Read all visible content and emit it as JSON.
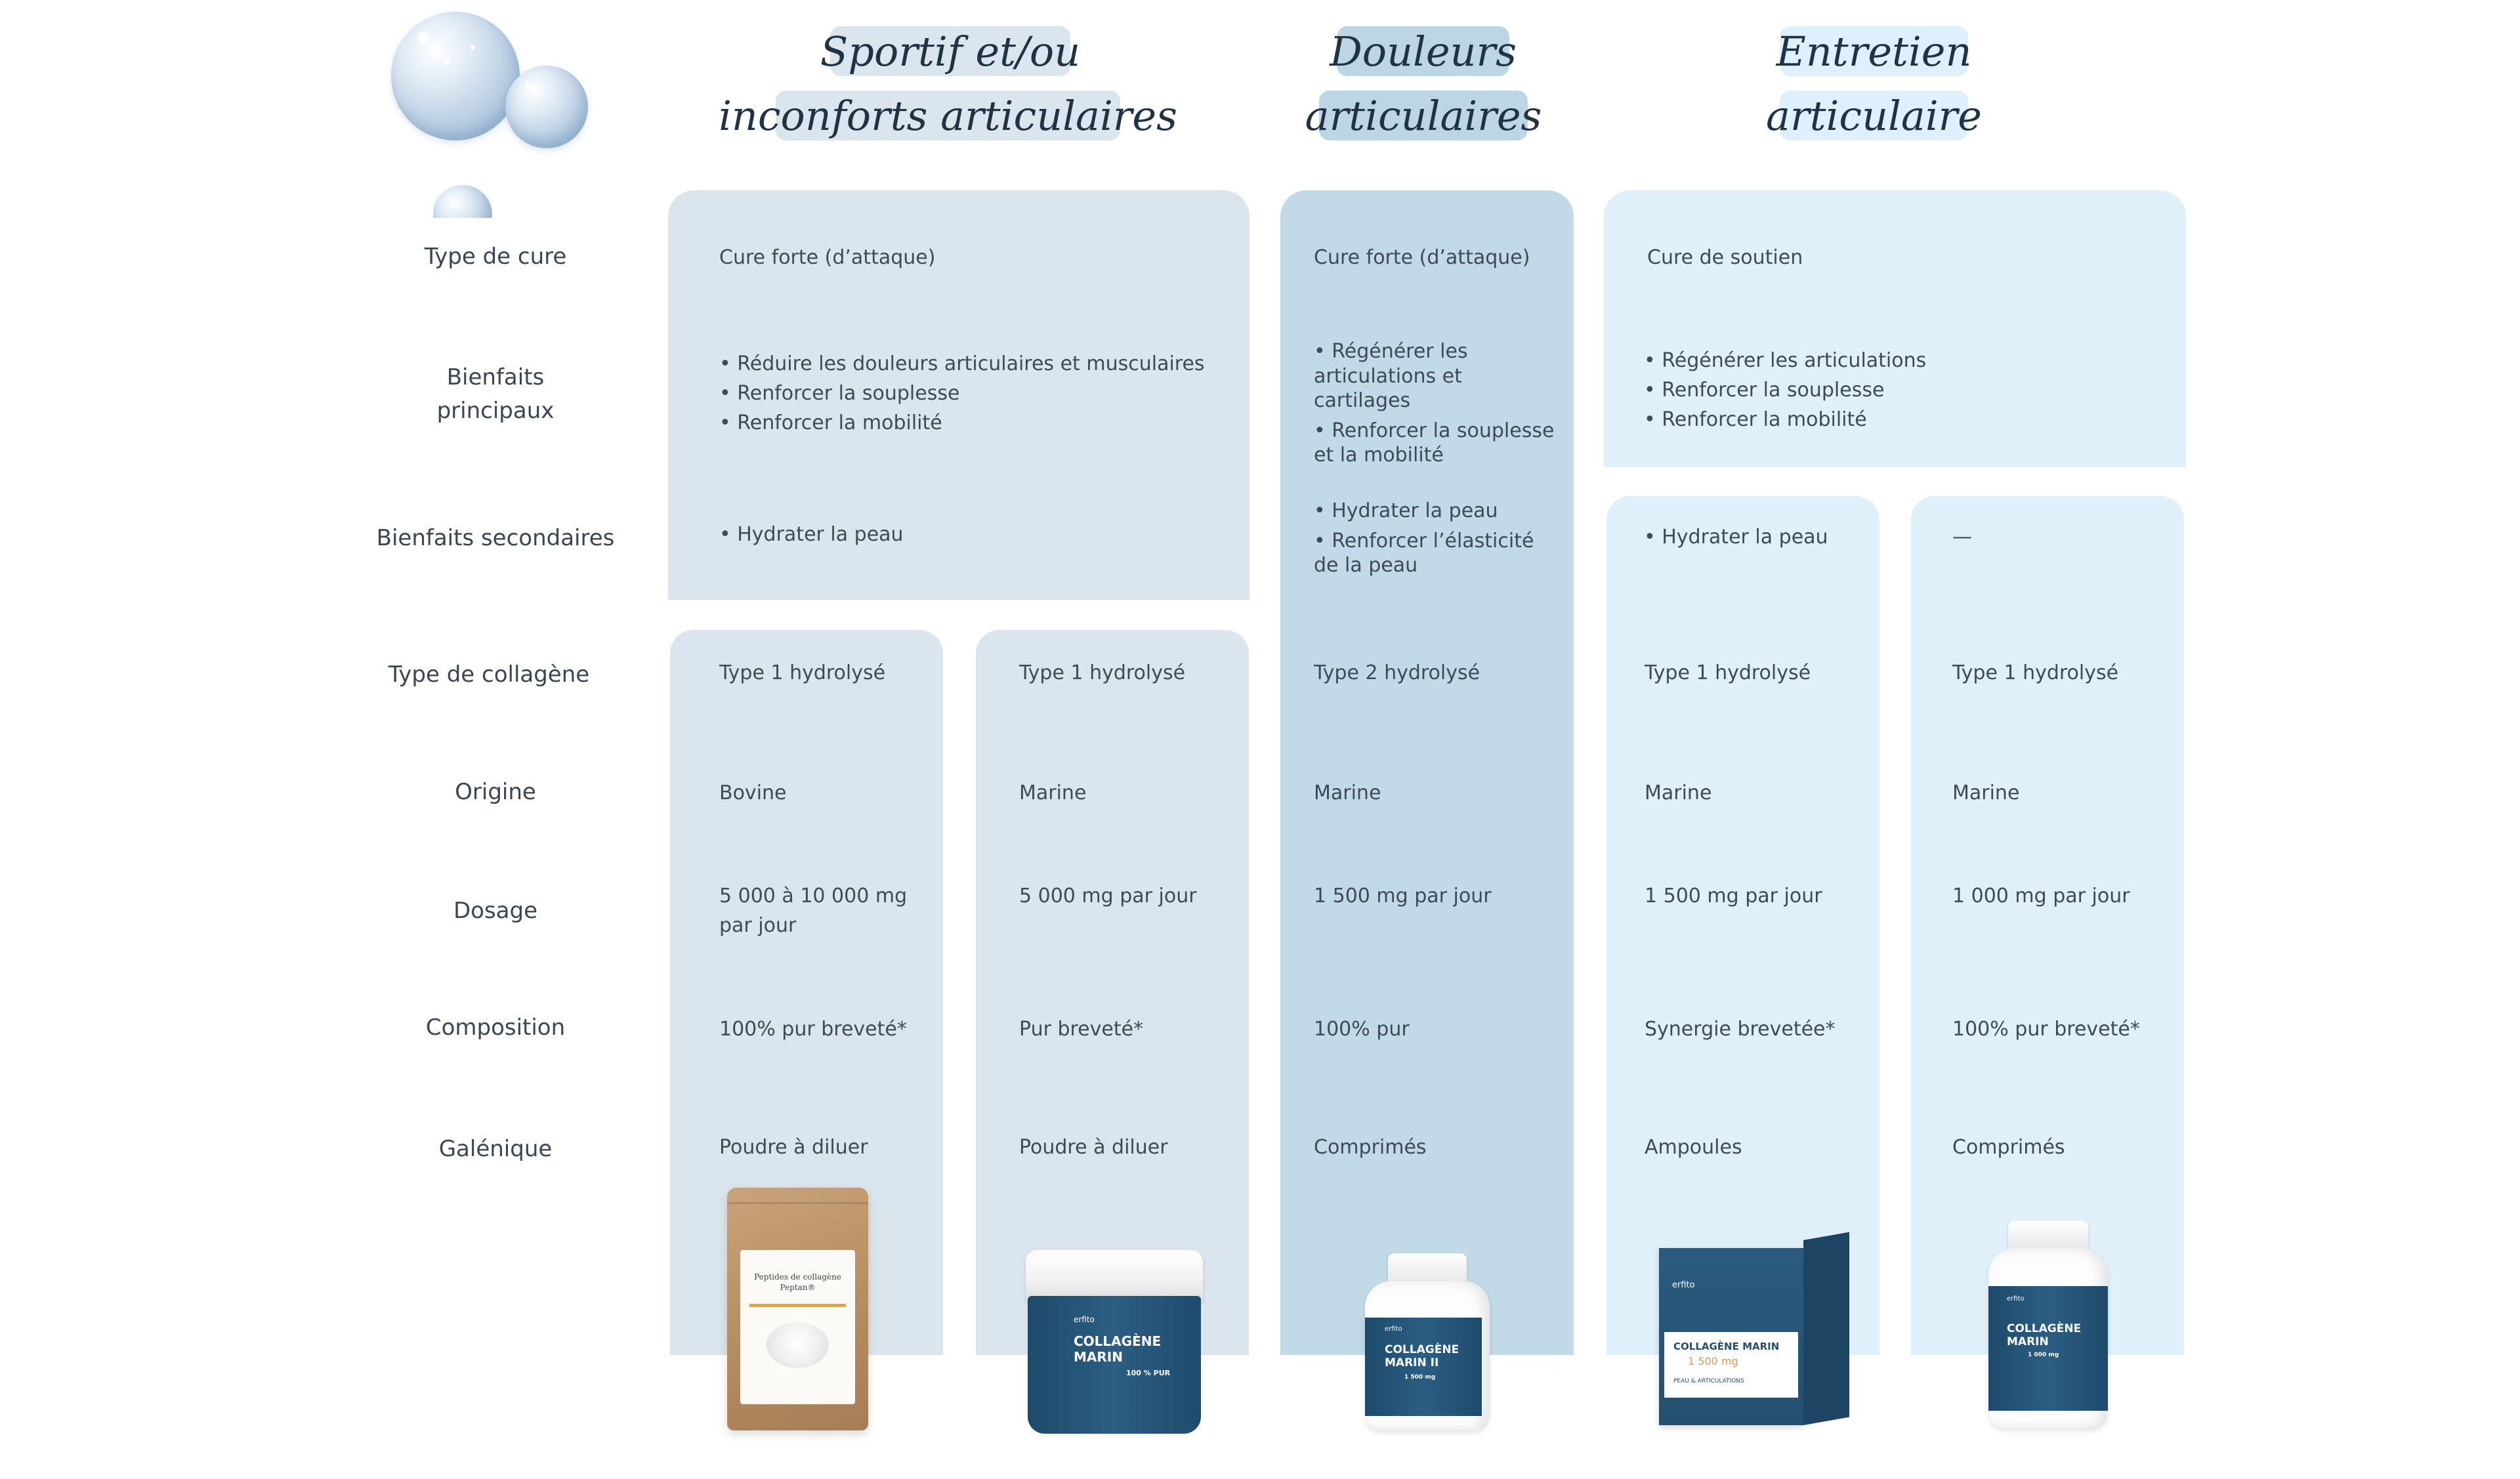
{
  "colors": {
    "sport_bg": "#dae5ee",
    "douleur_bg": "#c2d9e8",
    "entretien_bg": "#dff0fb",
    "text": "#3e4a54",
    "product_label_blue": "#24506f"
  },
  "headers": {
    "sport_line1": "Sportif et/ou",
    "sport_line2": "inconforts articulaires",
    "douleur_line1": "Douleurs",
    "douleur_line2": "articulaires",
    "entretien_line1": "Entretien",
    "entretien_line2": "articulaire"
  },
  "row_labels": {
    "type_cure": "Type de cure",
    "bienfaits_principaux": "Bienfaits principaux",
    "bienfaits_secondaires": "Bienfaits secondaires",
    "type_collagene": "Type de collagène",
    "origine": "Origine",
    "dosage": "Dosage",
    "composition": "Composition",
    "galenique": "Galénique"
  },
  "sport": {
    "type_cure": "Cure forte (d’attaque)",
    "bienfaits_principaux": [
      "Réduire les douleurs articulaires et musculaires",
      "Renforcer la souplesse",
      "Renforcer la mobilité"
    ],
    "bienfaits_secondaires": [
      "Hydrater la peau"
    ],
    "products": [
      {
        "type_collagene": "Type 1 hydrolysé",
        "origine": "Bovine",
        "dosage": "5 000 à 10 000 mg par jour",
        "composition": "100% pur breveté*",
        "galenique": "Poudre à diluer",
        "package_title": "Peptides de collagène Peptan®"
      },
      {
        "type_collagene": "Type 1 hydrolysé",
        "origine": "Marine",
        "dosage": "5 000 mg par jour",
        "composition": "Pur breveté*",
        "galenique": "Poudre à diluer",
        "package_brand": "erfito",
        "package_title_1": "COLLAGÈNE",
        "package_title_2": "MARIN",
        "package_sub": "100 % PUR"
      }
    ]
  },
  "douleur": {
    "type_cure": "Cure forte (d’attaque)",
    "bienfaits_principaux": [
      "Régénérer les articulations et cartilages",
      "Renforcer la souplesse et la mobilité"
    ],
    "bienfaits_secondaires": [
      "Hydrater la peau",
      "Renforcer l’élasticité de la peau"
    ],
    "type_collagene": "Type 2 hydrolysé",
    "origine": "Marine",
    "dosage": "1 500 mg par jour",
    "composition": "100% pur",
    "galenique": "Comprimés",
    "package_brand": "erfito",
    "package_title_1": "COLLAGÈNE",
    "package_title_2": "MARIN II",
    "package_sub": "1 500 mg"
  },
  "entretien": {
    "type_cure": "Cure de soutien",
    "bienfaits_principaux": [
      "Régénérer les articulations",
      "Renforcer la souplesse",
      "Renforcer la mobilité"
    ],
    "products": [
      {
        "bienfaits_secondaires": "• Hydrater la peau",
        "type_collagene": "Type 1 hydrolysé",
        "origine": "Marine",
        "dosage": "1 500 mg par jour",
        "composition": "Synergie brevetée*",
        "galenique": "Ampoules",
        "package_brand": "erfito",
        "package_title": "COLLAGÈNE MARIN",
        "package_sub": "1 500 mg",
        "package_tag": "PEAU & ARTICULATIONS"
      },
      {
        "bienfaits_secondaires": "—",
        "type_collagene": "Type 1 hydrolysé",
        "origine": "Marine",
        "dosage": "1 000 mg par jour",
        "composition": "100% pur breveté*",
        "galenique": "Comprimés",
        "package_brand": "erfito",
        "package_title_1": "COLLAGÈNE",
        "package_title_2": "MARIN",
        "package_sub": "1 000 mg"
      }
    ]
  }
}
